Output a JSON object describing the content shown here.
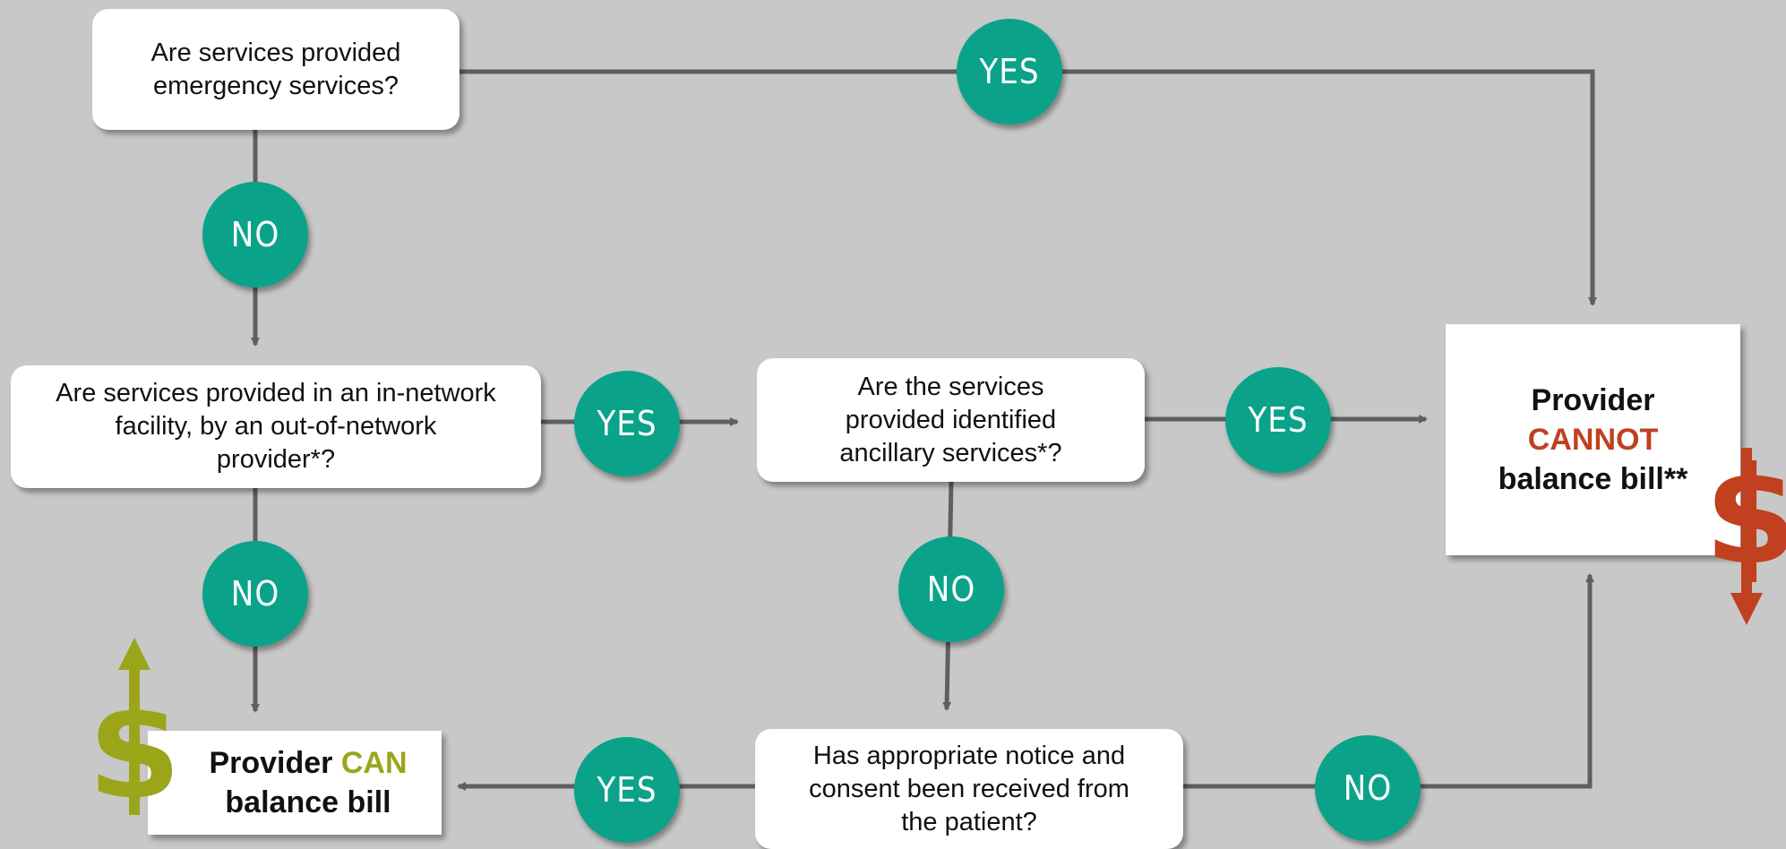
{
  "questions": {
    "emergency": "Are services provided emergency services?",
    "in_network": "Are services provided in an in-network facility, by an out-of-network provider*?",
    "ancillary": "Are the services provided identified ancillary services*?",
    "consent": "Has appropriate notice and consent been received from the patient?"
  },
  "answers": {
    "yes": "YES",
    "no": "NO"
  },
  "outcomes": {
    "cannot": {
      "line1": "Provider",
      "line2": "CANNOT",
      "line3": "balance bill**",
      "accent": "#c0401f"
    },
    "can": {
      "prefix": "Provider ",
      "accent_word": "CAN",
      "line2": "balance bill",
      "accent": "#9aa51a"
    }
  },
  "icons": {
    "up_dollar": "dollar-up-arrow-icon",
    "down_dollar": "dollar-down-arrow-icon"
  },
  "colors": {
    "background": "#c8c8c8",
    "badge": "#0aa38a",
    "connector": "#5f5f5f"
  }
}
